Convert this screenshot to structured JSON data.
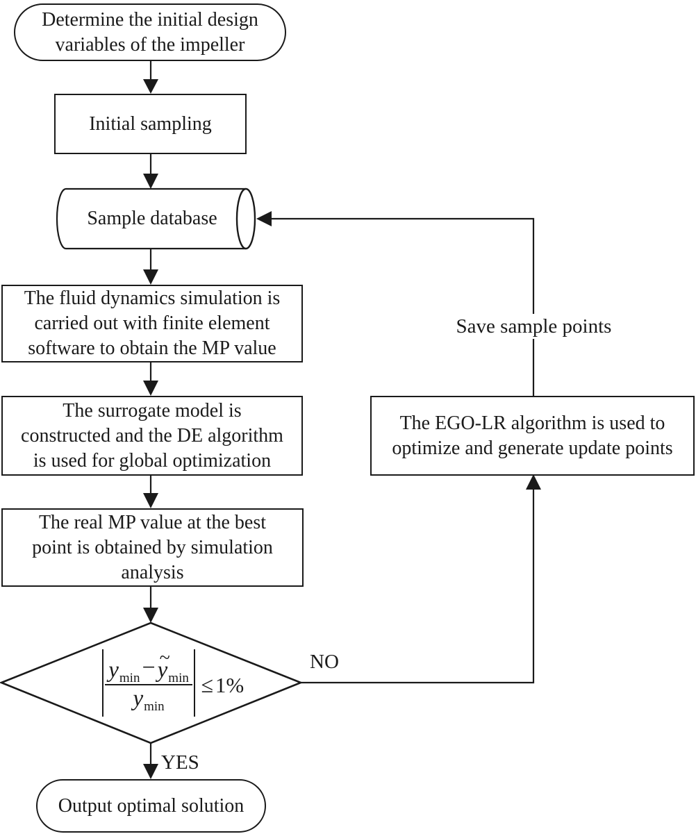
{
  "diagram": {
    "nodes": {
      "start": {
        "label": "Determine the initial design\nvariables of the impeller"
      },
      "initial_sampling": {
        "label": "Initial sampling"
      },
      "sample_database": {
        "label": "Sample database"
      },
      "fluid_simulation": {
        "label": "The fluid dynamics simulation is\ncarried out with finite element\nsoftware to obtain the MP value"
      },
      "surrogate_model": {
        "label": "The surrogate model is\nconstructed and the DE algorithm\nis used for global optimization"
      },
      "real_mp": {
        "label": "The real MP value at the best\npoint is obtained by simulation\nanalysis"
      },
      "ego_lr": {
        "label": "The EGO-LR algorithm is used to\noptimize and generate update points"
      },
      "output": {
        "label": "Output optimal solution"
      }
    },
    "decision": {
      "formula": {
        "numerator_left_var": "y",
        "numerator_left_sub": "min",
        "operator": "−",
        "numerator_right_tilde": "~",
        "numerator_right_var": "y",
        "numerator_right_sub": "min",
        "denominator_var": "y",
        "denominator_sub": "min",
        "comparator": "≤",
        "threshold": "1%"
      }
    },
    "edge_labels": {
      "no": "NO",
      "yes": "YES",
      "save": "Save sample points"
    },
    "colors": {
      "line": "#1a1a1a",
      "text": "#1a1a1a",
      "background": "#ffffff"
    }
  }
}
